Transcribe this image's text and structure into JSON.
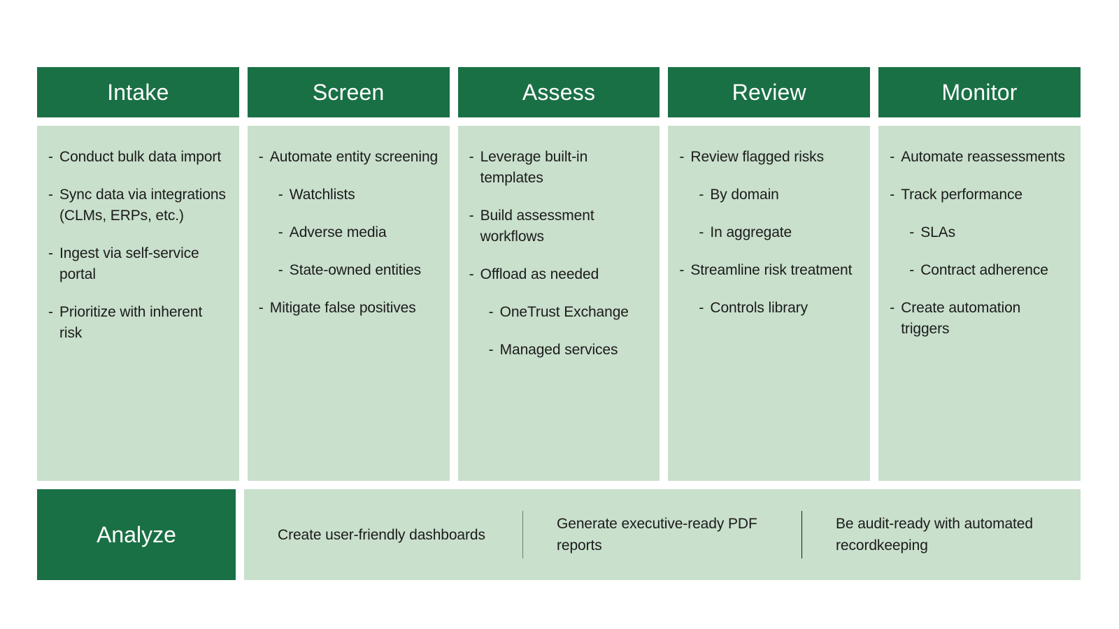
{
  "theme": {
    "header_green": "#1a7045",
    "body_green": "#c9e0cc",
    "text_dark": "#1b1b1b",
    "text_light": "#ffffff",
    "divider_gray": "#6e7b70"
  },
  "stages": [
    {
      "title": "Intake",
      "groups": [
        {
          "text": "Conduct bulk data import",
          "subs": []
        },
        {
          "text": "Sync data via integrations (CLMs, ERPs, etc.)",
          "subs": []
        },
        {
          "text": "Ingest via self-service portal",
          "subs": []
        },
        {
          "text": "Prioritize with inherent risk",
          "subs": []
        }
      ]
    },
    {
      "title": "Screen",
      "groups": [
        {
          "text": "Automate entity screening",
          "subs": [
            "Watchlists",
            "Adverse media",
            "State-owned entities"
          ]
        },
        {
          "text": "Mitigate false positives",
          "subs": []
        }
      ]
    },
    {
      "title": "Assess",
      "groups": [
        {
          "text": "Leverage built-in templates",
          "subs": []
        },
        {
          "text": "Build assessment workflows",
          "subs": []
        },
        {
          "text": "Offload as needed",
          "subs": [
            "OneTrust Exchange",
            "Managed services"
          ]
        }
      ]
    },
    {
      "title": "Review",
      "groups": [
        {
          "text": "Review flagged risks",
          "subs": [
            "By domain",
            "In aggregate"
          ]
        },
        {
          "text": "Streamline risk treatment",
          "subs": [
            "Controls library"
          ]
        }
      ]
    },
    {
      "title": "Monitor",
      "groups": [
        {
          "text": "Automate reassessments",
          "subs": []
        },
        {
          "text": "Track performance",
          "subs": [
            "SLAs",
            "Contract adherence"
          ]
        },
        {
          "text": "Create automation triggers",
          "subs": []
        }
      ]
    }
  ],
  "analyze": {
    "title": "Analyze",
    "items": [
      "Create user-friendly dashboards",
      "Generate executive-ready PDF reports",
      "Be audit-ready with automated recordkeeping"
    ]
  },
  "bullet_marker": "-"
}
